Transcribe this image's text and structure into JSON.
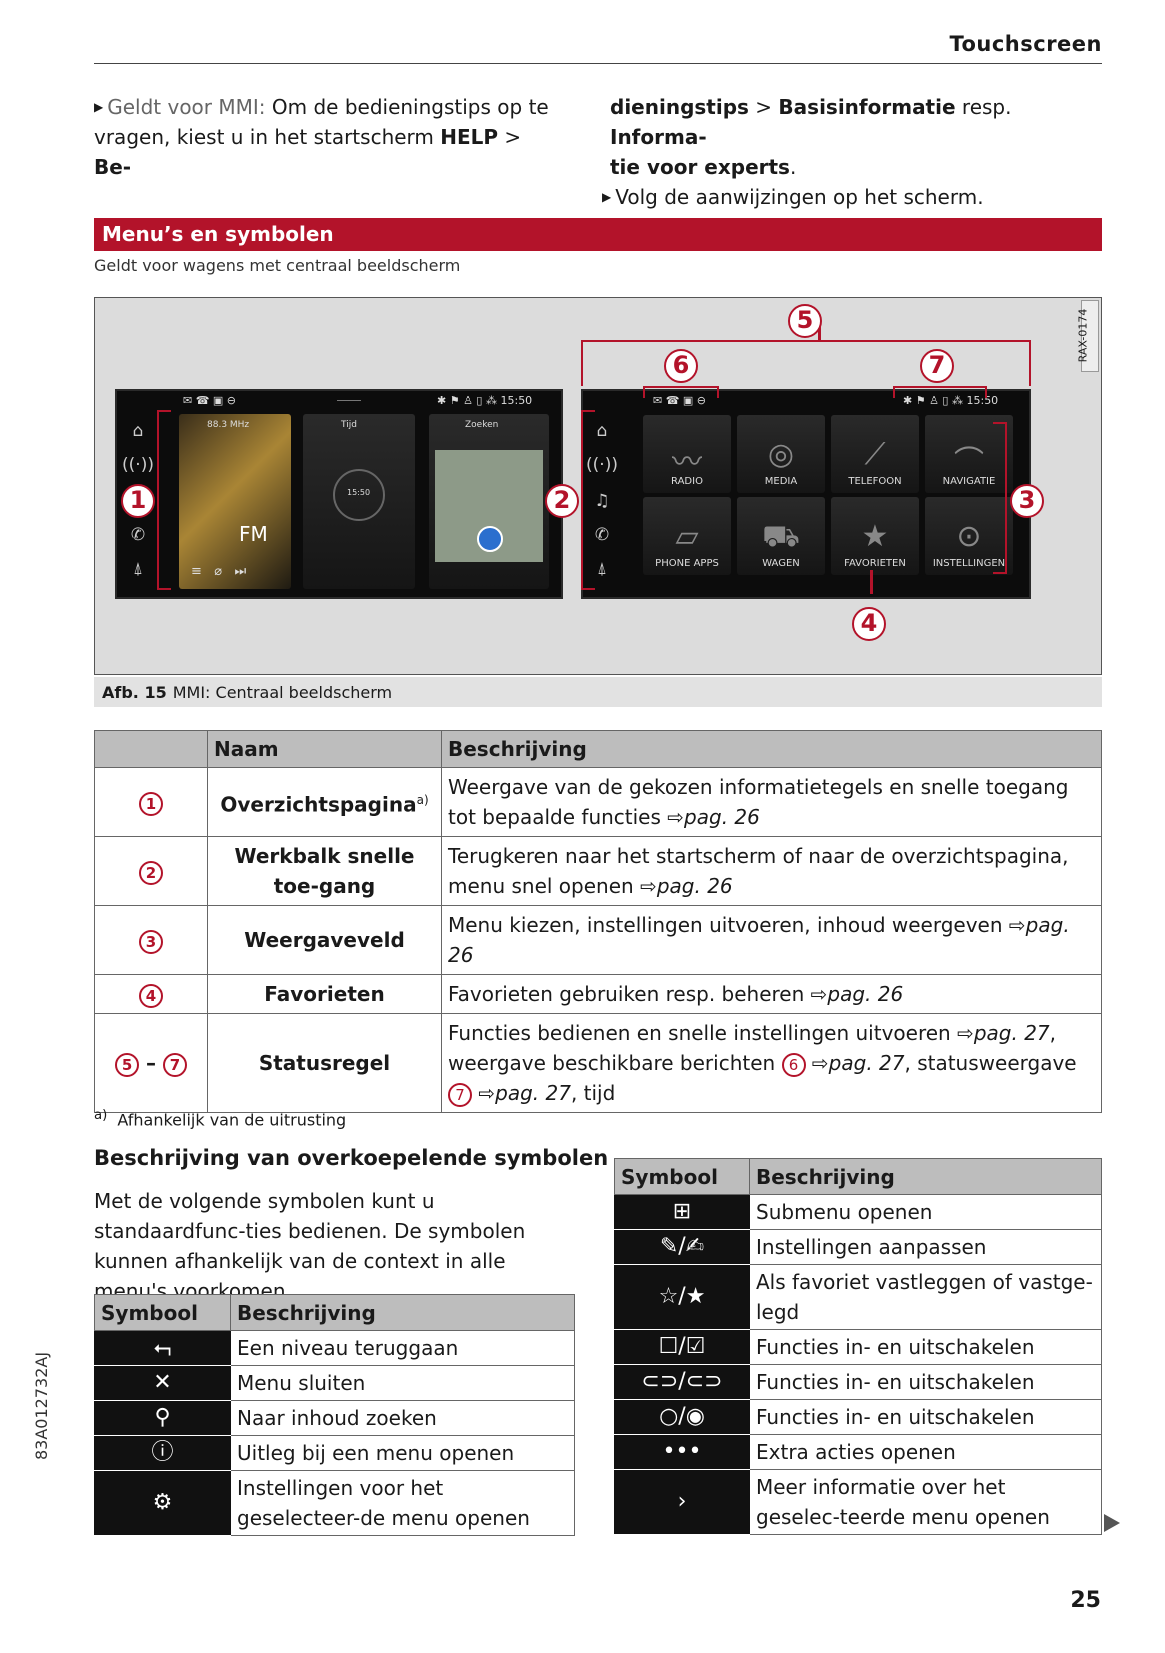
{
  "header": {
    "title": "Touchscreen"
  },
  "intro": {
    "left_prefix": "Geldt voor MMI:",
    "left_text": " Om de bedieningstips op te vragen, kiest u in het startscherm ",
    "left_bold1": "HELP",
    "left_sep": " > ",
    "left_bold2": "Be-",
    "right_bold1": "dieningstips",
    "right_sep1": " > ",
    "right_bold2": "Basisinformatie",
    "right_mid": " resp. ",
    "right_bold3": "Informa-",
    "right_bold4": "tie voor experts",
    "right_dot": ".",
    "right_bullet": "Volg de aanwijzingen op het scherm."
  },
  "section": {
    "title": "Menu’s en symbolen",
    "subtitle": "Geldt voor wagens met centraal beeldscherm"
  },
  "figure": {
    "code": "RAX-0174",
    "caption_label": "Afb. 15",
    "caption_text": "MMI: Centraal beeldscherm",
    "markers": [
      "1",
      "2",
      "3",
      "4",
      "5",
      "6",
      "7"
    ],
    "left_screen": {
      "time": "15:50",
      "tiles": [
        {
          "label": "88.3 MHz"
        },
        {
          "label": "Tijd"
        },
        {
          "label": "Zoeken"
        }
      ],
      "fm": "FM",
      "clock": "15:50"
    },
    "right_screen": {
      "time": "15:50",
      "tiles": [
        "RADIO",
        "MEDIA",
        "TELEFOON",
        "NAVIGATIE",
        "PHONE APPS",
        "WAGEN",
        "FAVORIETEN",
        "INSTELLINGEN"
      ]
    }
  },
  "table1": {
    "headers": [
      "",
      "Naam",
      "Beschrijving"
    ],
    "rows": [
      {
        "num": "1",
        "name": "Overzichtspagina",
        "sup": "a)",
        "desc": "Weergave van de gekozen informatietegels en snelle toegang tot bepaalde functies ",
        "ref": "pag. 26"
      },
      {
        "num": "2",
        "name": "Werkbalk snelle toe-gang",
        "desc": "Terugkeren naar het startscherm of naar de overzichtspagina, menu snel openen ",
        "ref": "pag. 26"
      },
      {
        "num": "3",
        "name": "Weergaveveld",
        "desc": "Menu kiezen, instellingen uitvoeren, inhoud weergeven ",
        "ref": "pag. 26"
      },
      {
        "num": "4",
        "name": "Favorieten",
        "desc": "Favorieten gebruiken resp. beheren ",
        "ref": "pag. 26"
      },
      {
        "num": "5",
        "num2": "7",
        "name": "Statusregel",
        "desc_a": "Functies bedienen en snelle instellingen uitvoeren ",
        "ref_a": "pag. 27",
        "desc_b": ", weergave beschikbare berichten ",
        "mark_b": "6",
        "ref_b": "pag. 27",
        "desc_c": ", statusweergave ",
        "mark_c": "7",
        "ref_c": "pag. 27",
        "desc_d": ", tijd"
      }
    ]
  },
  "footnote": {
    "mark": "a)",
    "text": "Afhankelijk van de uitrusting"
  },
  "symbols_section": {
    "heading": "Beschrijving van overkoepelende symbolen",
    "paragraph": "Met de volgende symbolen kunt u standaardfunc-ties bedienen. De symbolen kunnen afhankelijk van de context in alle menu's voorkomen."
  },
  "symtable_left": {
    "headers": [
      "Symbool",
      "Beschrijving"
    ],
    "rows": [
      {
        "icon": "back-icon",
        "glyph": "⮢",
        "desc": "Een niveau teruggaan"
      },
      {
        "icon": "close-icon",
        "glyph": "✕",
        "desc": "Menu sluiten"
      },
      {
        "icon": "search-icon",
        "glyph": "⚲",
        "desc": "Naar inhoud zoeken"
      },
      {
        "icon": "info-icon",
        "glyph": "ⓘ",
        "desc": "Uitleg bij een menu openen"
      },
      {
        "icon": "gear-icon",
        "glyph": "⚙",
        "desc": "Instellingen voor het geselecteer-de menu openen"
      }
    ]
  },
  "symtable_right": {
    "headers": [
      "Symbool",
      "Beschrijving"
    ],
    "rows": [
      {
        "icon": "submenu-icon",
        "glyph": "⊞",
        "desc": "Submenu openen"
      },
      {
        "icon": "edit-icon",
        "glyph": "✎/✍",
        "desc": "Instellingen aanpassen"
      },
      {
        "icon": "star-icon",
        "glyph": "☆/★",
        "desc": "Als favoriet vastleggen of vastge-legd"
      },
      {
        "icon": "checkbox-icon",
        "glyph": "☐/☑",
        "desc": "Functies in- en uitschakelen"
      },
      {
        "icon": "toggle-icon",
        "glyph": "⊂⊃/⊂⊃",
        "desc": "Functies in- en uitschakelen"
      },
      {
        "icon": "radio-icon",
        "glyph": "○/◉",
        "desc": "Functies in- en uitschakelen"
      },
      {
        "icon": "more-icon",
        "glyph": "•••",
        "desc": "Extra acties openen"
      },
      {
        "icon": "chevron-right-icon",
        "glyph": "›",
        "desc": "Meer informatie over het geselec-teerde menu openen"
      }
    ]
  },
  "side_code": "83A012732AJ",
  "page_number": "25"
}
